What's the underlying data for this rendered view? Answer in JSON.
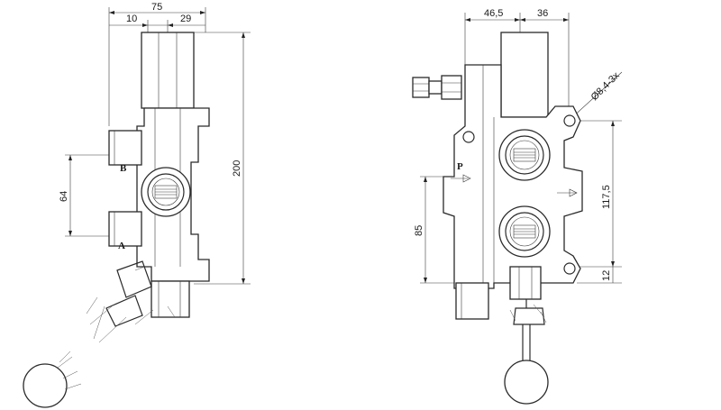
{
  "diagram": {
    "left_view": {
      "dimensions": {
        "overall_width": "75",
        "left_offset": "10",
        "right_offset": "29",
        "height": "200",
        "port_spacing": "64"
      },
      "ports": {
        "upper": "B",
        "lower": "A"
      }
    },
    "right_view": {
      "dimensions": {
        "width_left": "46,5",
        "width_right": "36",
        "mount_hole": "Ø8,4-3x",
        "hole_spacing": "117,5",
        "port_height": "85",
        "bottom_offset": "12"
      },
      "ports": {
        "inlet": "P"
      }
    }
  }
}
